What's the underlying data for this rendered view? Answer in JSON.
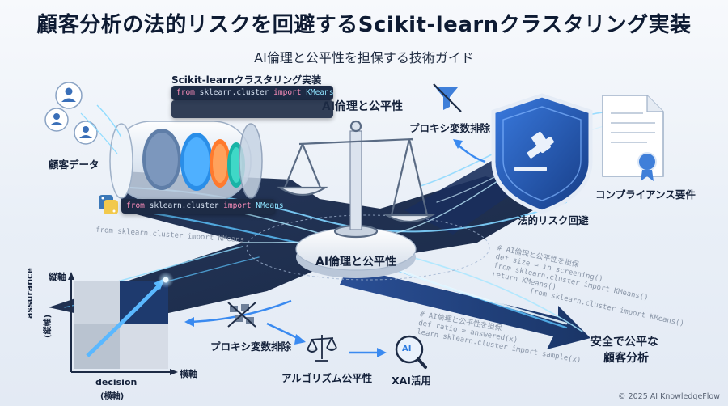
{
  "title": "顧客分析の法的リスクを回避するScikit-learnクラスタリング実装",
  "subtitle": "AI倫理と公平性を担保する技術ガイド",
  "labels": {
    "customer_data": "顧客データ",
    "sklearn_clustering": "Scikit-learnクラスタリング実装",
    "ai_ethics_top": "AI倫理と公平性",
    "ai_ethics_platform": "AI倫理と公平性",
    "proxy_removal_top": "プロキシ変数排除",
    "legal_risk": "法的リスク回避",
    "compliance": "コンプライアンス要件",
    "proxy_removal_bottom": "プロキシ変数排除",
    "algorithm_fairness": "アルゴリズム公平性",
    "xai": "XAI活用",
    "outcome_line1": "安全で公平な",
    "outcome_line2": "顧客分析",
    "axis_y_jp": "縦軸",
    "axis_y_en": "assurance",
    "axis_y_sub": "(縦軸)",
    "axis_x_jp": "横軸",
    "axis_x_en": "decision",
    "axis_x_sub": "(横軸)",
    "copyright": "© 2025 AI KnowledgeFlow"
  },
  "code": {
    "box1_from": "from",
    "box1_module": "sklearn.cluster",
    "box1_import": "import",
    "box1_class": "KMeans",
    "box2_from": "from",
    "box2_module": "sklearn.cluster",
    "box2_import": "import",
    "box2_class": "NMeans",
    "faint_left": "from sklearn.cluster import NMeans",
    "faint_right_1": "# AI倫理と公平性を担保",
    "faint_right_2": "def size = in screening()",
    "faint_right_3": "from sklearn.cluster import KMeans()",
    "faint_right_4": "return KMeans()",
    "faint_right_5": "from sklearn.cluster import KMeans()",
    "faint_mid_1": "# AI倫理と公平性を担保",
    "faint_mid_2": "def ratio = answered(x)",
    "faint_mid_3": "learn sklearn.cluster import sample(x)"
  },
  "icons": {
    "xai_badge_text": "AI"
  },
  "colors": {
    "accent_blue": "#2d7fe0",
    "glow": "#7fd4ff",
    "dark_navy": "#1d2b45",
    "shield": "#1f4ea3",
    "title": "#0e1b33"
  }
}
